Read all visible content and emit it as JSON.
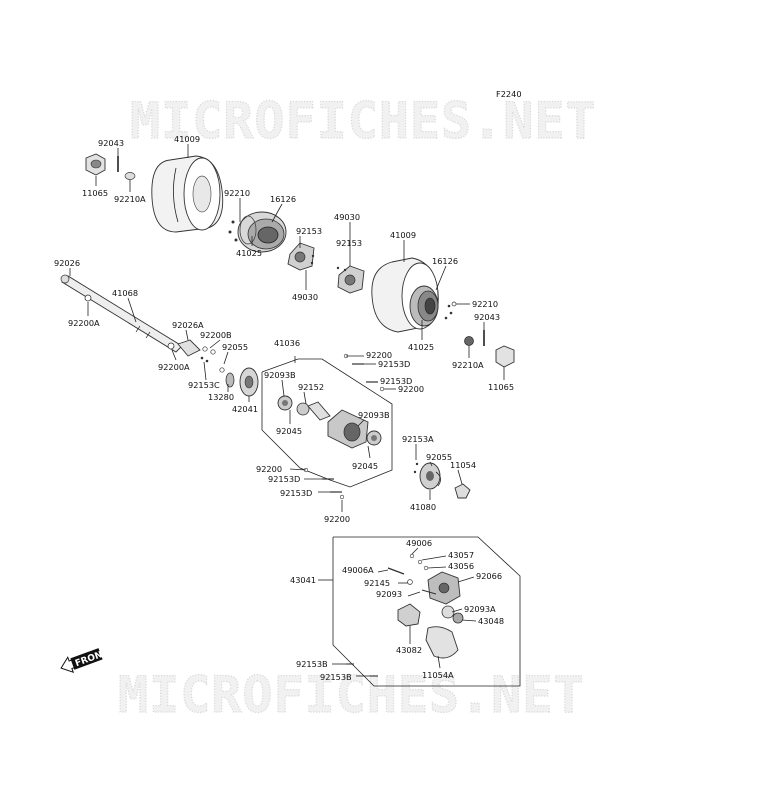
{
  "diagram_code": "F2240",
  "watermark": "MICROFICHES.NET",
  "front_label": "FRONT",
  "labels": [
    "92043",
    "41009",
    "11065",
    "92210A",
    "92210",
    "16126",
    "41025",
    "92153",
    "49030",
    "92153",
    "49030",
    "41009",
    "16126",
    "92210",
    "92043",
    "41025",
    "92210A",
    "11065",
    "92026",
    "92200A",
    "41068",
    "92026A",
    "92200B",
    "92055",
    "92200A",
    "92153C",
    "13280",
    "42041",
    "41036",
    "92093B",
    "92152",
    "92045",
    "92200",
    "92153D",
    "92153D",
    "92200",
    "92093B",
    "92045",
    "92153A",
    "92055",
    "11054",
    "41080",
    "92200",
    "92153D",
    "92153D",
    "92200",
    "49006",
    "43057",
    "43041",
    "49006A",
    "43056",
    "92066",
    "92145",
    "92093",
    "92093A",
    "43048",
    "43082",
    "11054A",
    "92153B",
    "92153B"
  ]
}
